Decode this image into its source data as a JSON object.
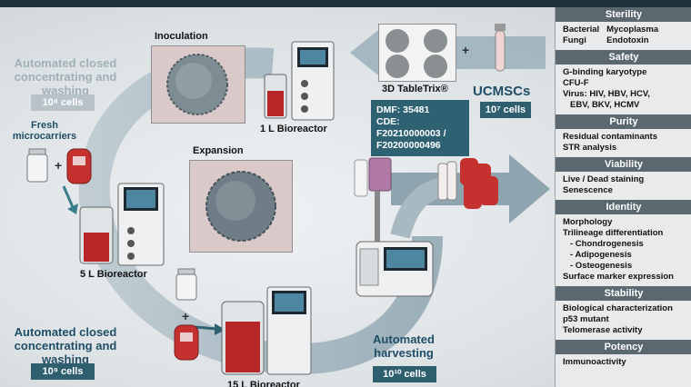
{
  "figure": {
    "faded_top_step": {
      "text": "Automated closed concentrating and washing",
      "cells_badge": "10⁸ cells"
    },
    "bottom_step": {
      "text": "Automated closed concentrating and washing",
      "cells_badge": "10⁹ cells"
    },
    "fresh_microcarriers": "Fresh microcarriers",
    "plus": "+",
    "inoculation": "Inoculation",
    "expansion": "Expansion",
    "bioreactor_1l": "1 L Bioreactor",
    "bioreactor_5l": "5 L Bioreactor",
    "bioreactor_15l": "15 L Bioreactor",
    "tabletrix": "3D TableTrix®",
    "dmf_box": [
      "DMF: 35481",
      "CDE:",
      "F20210000003 /",
      "F20200000496"
    ],
    "ucmscs": "UCMSCs",
    "ucmscs_badge": "10⁷ cells",
    "harvesting": {
      "text": "Automated harvesting",
      "cells_badge": "10¹⁰ cells"
    }
  },
  "panel": {
    "sections": [
      {
        "title": "Sterility",
        "cols": [
          [
            "Bacterial",
            "Fungi"
          ],
          [
            "Mycoplasma",
            "Endotoxin"
          ]
        ]
      },
      {
        "title": "Safety",
        "rows": [
          "G-binding karyotype",
          "CFU-F",
          "Virus: HIV, HBV, HCV,",
          "EBV, BKV, HCMV"
        ]
      },
      {
        "title": "Purity",
        "rows": [
          "Residual contaminants",
          "STR analysis"
        ]
      },
      {
        "title": "Viability",
        "rows": [
          "Live / Dead staining",
          "Senescence"
        ]
      },
      {
        "title": "Identity",
        "rows": [
          "Morphology",
          "Trilineage differentiation",
          "- Chondrogenesis",
          "- Adipogenesis",
          "- Osteogenesis",
          "Surface marker expression"
        ]
      },
      {
        "title": "Stability",
        "rows": [
          "Biological characterization",
          "p53 mutant",
          "Telomerase activity"
        ]
      },
      {
        "title": "Potency",
        "rows": [
          "Immunoactivity"
        ]
      }
    ]
  },
  "colors": {
    "arrow": "#8ea4af",
    "badge": "#2f5f6f",
    "panel_header": "#5b6870",
    "topbar": "#22323d"
  }
}
